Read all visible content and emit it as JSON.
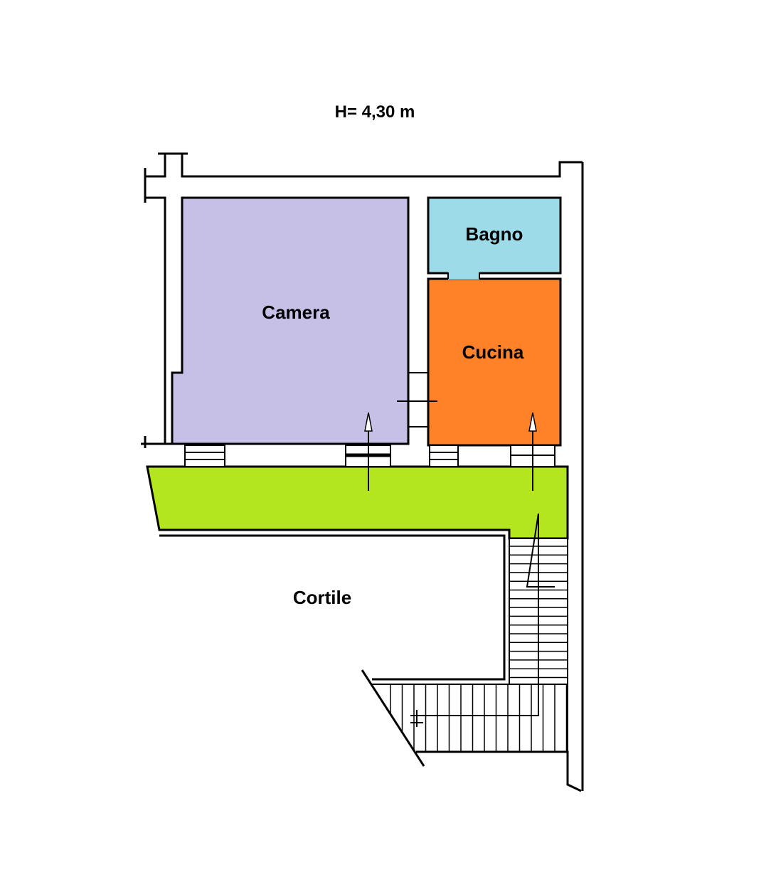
{
  "height_note": "H= 4,30 m",
  "rooms": {
    "camera": {
      "label": "Camera",
      "color": "#c7c0e6"
    },
    "bagno": {
      "label": "Bagno",
      "color": "#9ddbe8"
    },
    "cucina": {
      "label": "Cucina",
      "color": "#ff8228"
    },
    "balcony": {
      "color": "#b3e61e"
    },
    "cortile": {
      "label": "Cortile"
    }
  }
}
